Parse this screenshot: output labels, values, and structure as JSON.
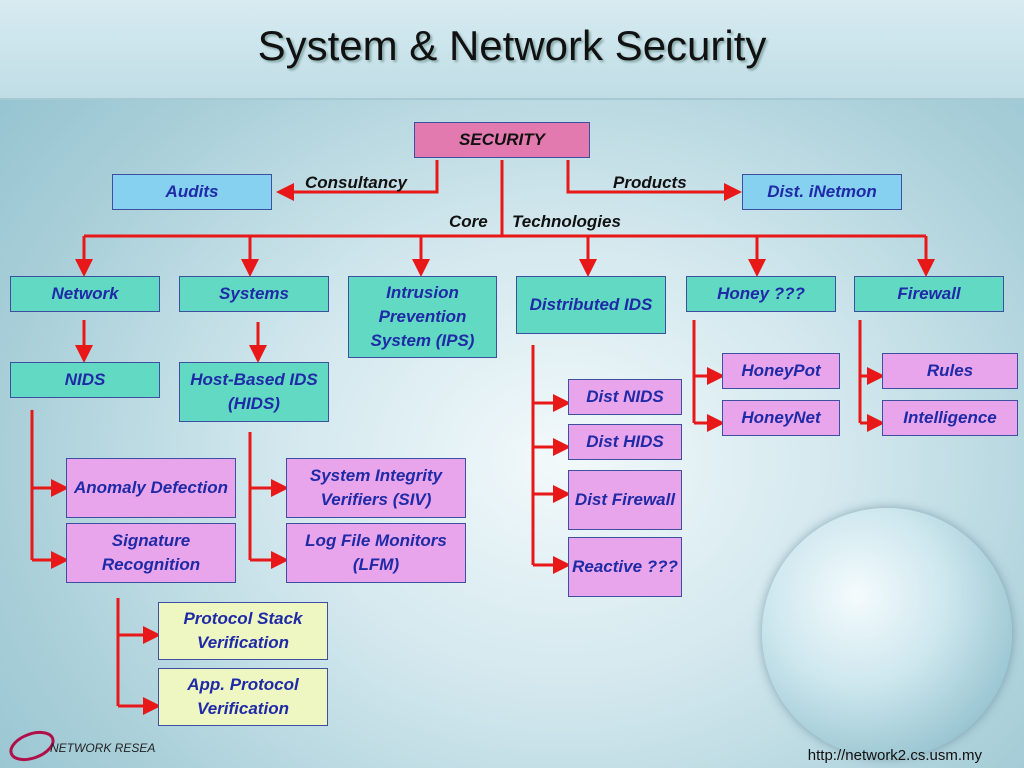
{
  "title": "System & Network Security",
  "root": "SECURITY",
  "edge_labels": {
    "consultancy": "Consultancy",
    "products": "Products",
    "core": "Core",
    "technologies": "Technologies"
  },
  "audits": "Audits",
  "dist_inetmon": "Dist. iNetmon",
  "categories": {
    "network": "Network",
    "systems": "Systems",
    "ips": "Intrusion Prevention System (IPS)",
    "dids": "Distributed IDS",
    "honey": "Honey ???",
    "firewall": "Firewall"
  },
  "nids": "NIDS",
  "hids": "Host-Based IDS (HIDS)",
  "nids_children": {
    "anomaly": "Anomaly Defection",
    "signature": "Signature Recognition"
  },
  "signature_children": {
    "protocol_stack": "Protocol Stack Verification",
    "app_protocol": "App. Protocol Verification"
  },
  "hids_children": {
    "siv": "System Integrity Verifiers (SIV)",
    "lfm": "Log File Monitors (LFM)"
  },
  "dids_children": {
    "dist_nids": "Dist NIDS",
    "dist_hids": "Dist HIDS",
    "dist_firewall": "Dist Firewall",
    "reactive": "Reactive ???"
  },
  "honey_children": {
    "honeypot": "HoneyPot",
    "honeynet": "HoneyNet"
  },
  "firewall_children": {
    "rules": "Rules",
    "intelligence": "Intelligence"
  },
  "logo": "NETWORK RESEARCH GROUP",
  "footer_url": "http://network2.cs.usm.my",
  "colors": {
    "connector": "#e81818",
    "category_fill": "#62d9c3",
    "leaf_fill": "#e9a5ec",
    "root_fill": "#e27ab0"
  }
}
